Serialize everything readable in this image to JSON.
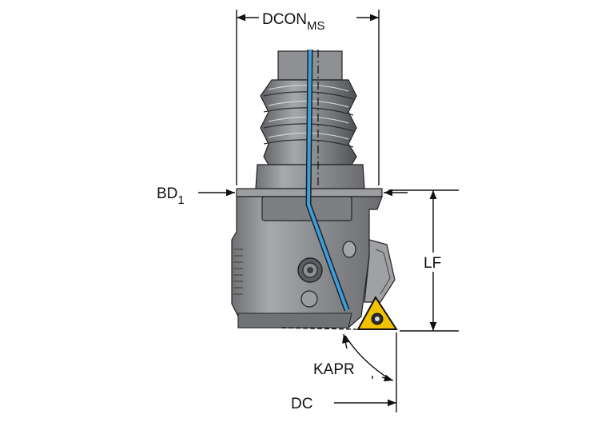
{
  "labels": {
    "dcon": "DCON",
    "dcon_sub": "MS",
    "bd": "BD",
    "bd_sub": "1",
    "lf": "LF",
    "kapr": "KAPR",
    "dc": "DC"
  },
  "colors": {
    "body": "#8c8e91",
    "body_light": "#b9bbbe",
    "body_dark": "#55575a",
    "coolant": "#3a9fde",
    "insert": "#f2c200",
    "line": "#111111"
  }
}
